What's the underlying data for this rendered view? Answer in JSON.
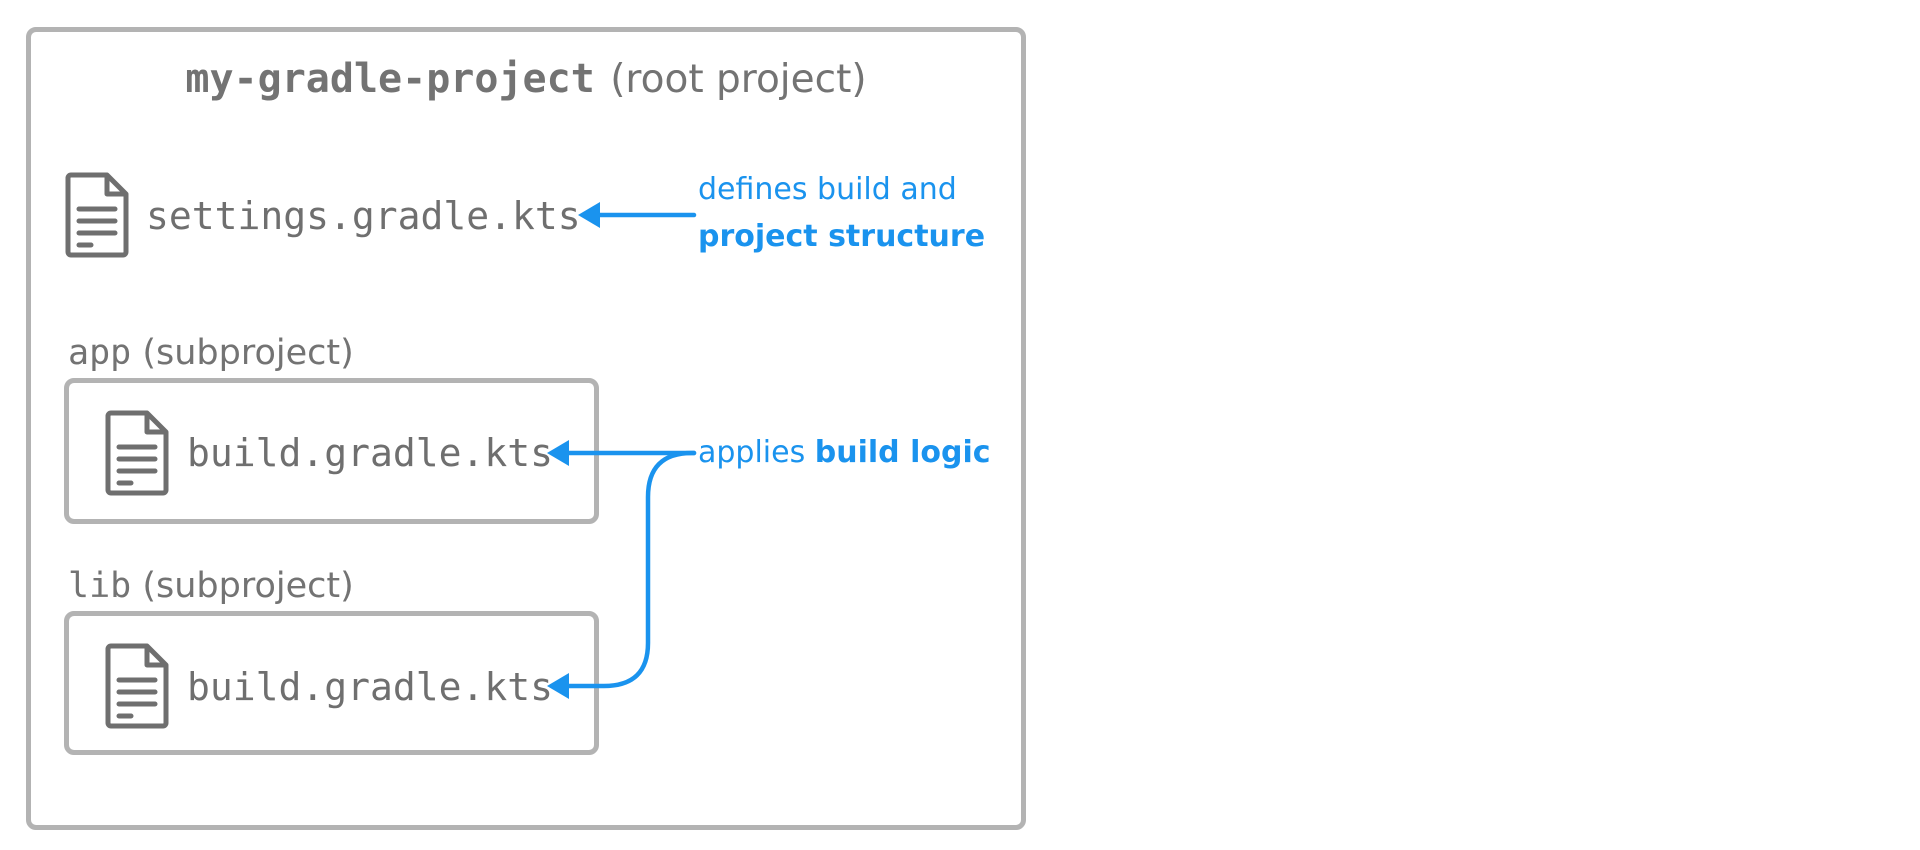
{
  "root": {
    "name": "my-gradle-project",
    "suffix": "(root project)"
  },
  "settings": {
    "filename": "settings.gradle.kts",
    "annotation_line1": "defines build and",
    "annotation_line2": "project structure"
  },
  "app": {
    "name": "app",
    "suffix": "(subproject)",
    "filename": "build.gradle.kts"
  },
  "lib": {
    "name": "lib",
    "suffix": "(subproject)",
    "filename": "build.gradle.kts"
  },
  "applies": {
    "prefix": "applies",
    "emphasis": "build logic"
  },
  "colors": {
    "border": "#b3b3b3",
    "text_grey": "#737373",
    "accent_blue": "#1a93ee"
  },
  "icons": [
    "document-icon",
    "arrow-left-icon"
  ]
}
